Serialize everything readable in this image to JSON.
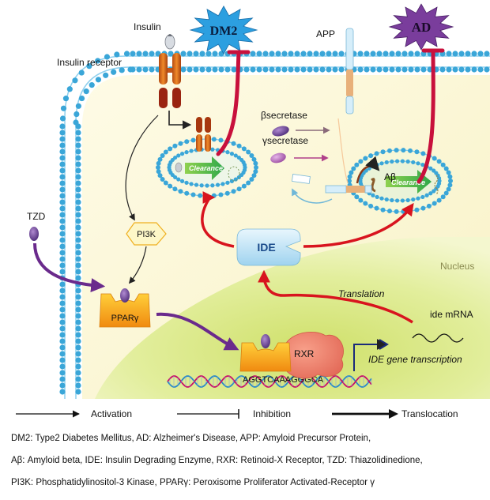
{
  "labels": {
    "insulin": "Insulin",
    "insulin_receptor": "Insulin receptor",
    "dm2": "DM2",
    "app": "APP",
    "ad": "AD",
    "beta_secretase": "βsecretase",
    "gamma_secretase": "γsecretase",
    "clearance": "Clearance",
    "abeta": "Aβ",
    "tzd": "TZD",
    "pi3k": "PI3K",
    "ide": "IDE",
    "nucleus": "Nucleus",
    "translation": "Translation",
    "ide_mrna": "ide mRNA",
    "ppar": "PPARγ",
    "rxr": "RXR",
    "dna_sequence": "AGGTCAAAGGGCA",
    "ide_transcription": "IDE gene transcription"
  },
  "legend": {
    "activation": "Activation",
    "inhibition": "Inhibition",
    "translocation": "Translocation"
  },
  "abbreviations": [
    "DM2: Type2 Diabetes Mellitus,  AD:  Alzheimer's Disease,  APP:  Amyloid Precursor Protein,",
    "Aβ: Amyloid beta, IDE: Insulin Degrading Enzyme, RXR: Retinoid-X Receptor, TZD: Thiazolidinedione,",
    "PI3K: Phosphatidylinositol-3 Kinase,  PPARγ:  Peroxisome Proliferator Activated-Receptor γ"
  ],
  "colors": {
    "activation_red": "#d8141e",
    "inhibition_crimson": "#c8103c",
    "tzd_purple": "#6a2a8c",
    "membrane_blue": "#3aa6d8",
    "cytoplasm": "#fdf7d4",
    "nucleus_green": "#e4ef9a",
    "dm2_badge": "#2c9fe0",
    "ad_badge": "#7a3d9c"
  }
}
